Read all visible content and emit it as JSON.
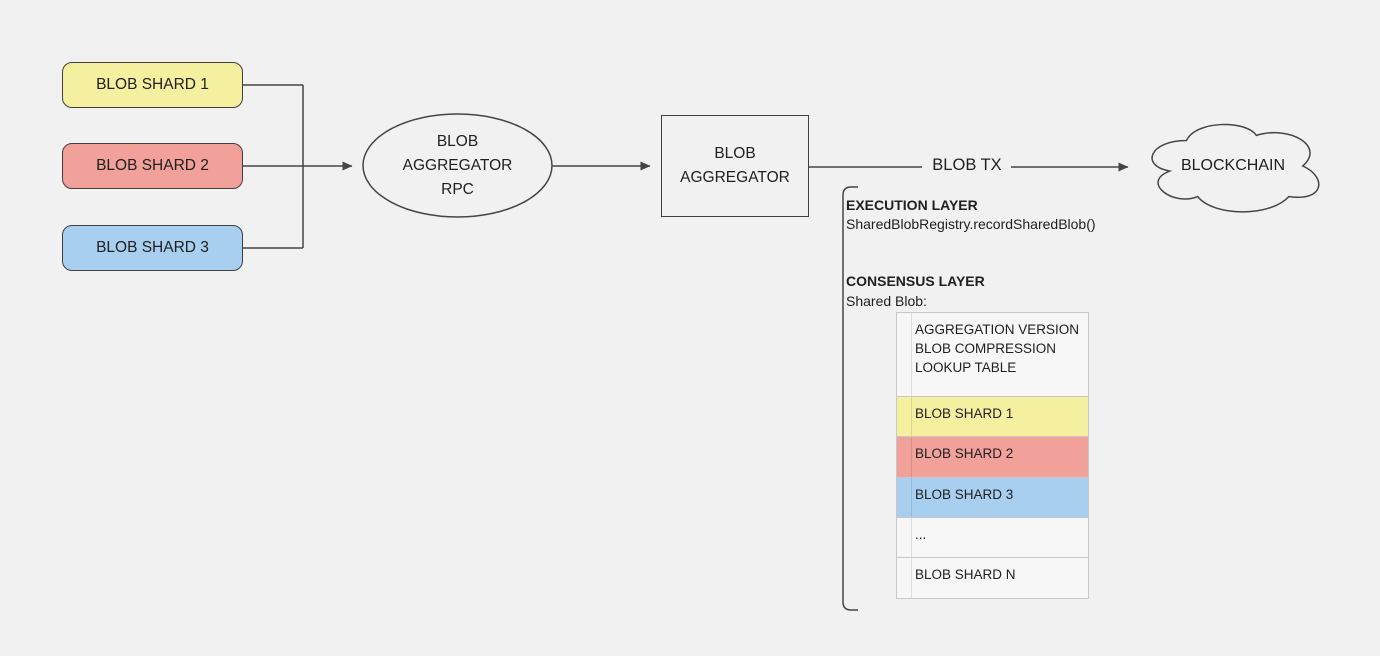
{
  "canvas": {
    "background": "#f1f1f1",
    "stroke_color": "#454545",
    "text_color": "#202020",
    "table_border_color": "#c8c8c8"
  },
  "shards": [
    {
      "label": "BLOB SHARD 1",
      "color": "#f5f0a0"
    },
    {
      "label": "BLOB SHARD 2",
      "color": "#f1a09a"
    },
    {
      "label": "BLOB SHARD 3",
      "color": "#a8cfef"
    }
  ],
  "nodes": {
    "aggregator_rpc": "BLOB\nAGGREGATOR\nRPC",
    "aggregator": "BLOB\nAGGREGATOR",
    "blockchain": "BLOCKCHAIN"
  },
  "edge_label": "BLOB TX",
  "annotation": {
    "execution_title": "EXECUTION LAYER",
    "execution_code": "SharedBlobRegistry.recordSharedBlob()",
    "consensus_title": "CONSENSUS LAYER",
    "consensus_sub": "Shared Blob:"
  },
  "shared_blob_table": {
    "rows": [
      {
        "label": "AGGREGATION VERSION\nBLOB COMPRESSION\nLOOKUP TABLE",
        "bg": ""
      },
      {
        "label": "BLOB SHARD 1",
        "bg": "#f5f0a0"
      },
      {
        "label": "BLOB SHARD 2",
        "bg": "#f1a09a"
      },
      {
        "label": "BLOB SHARD 3",
        "bg": "#a8cfef"
      },
      {
        "label": "...",
        "bg": ""
      },
      {
        "label": "BLOB SHARD N",
        "bg": ""
      }
    ]
  }
}
